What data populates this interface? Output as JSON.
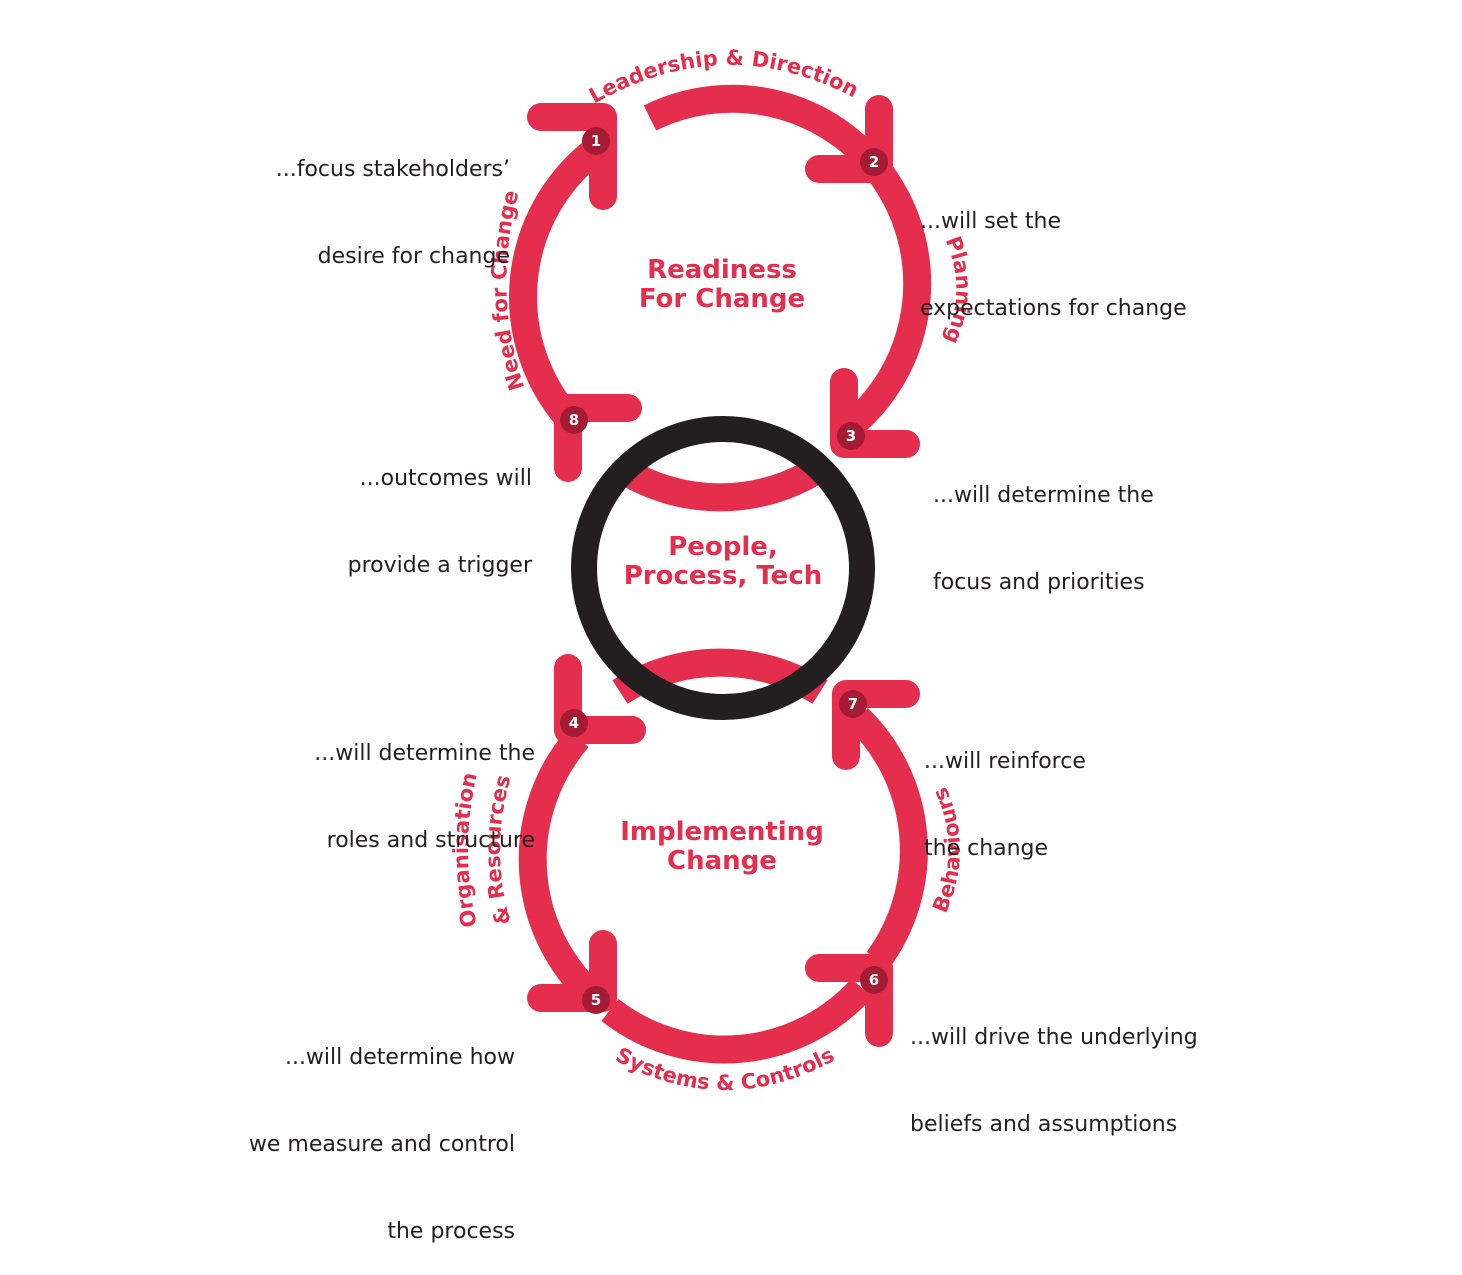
{
  "colors": {
    "accent": "#e52d4d",
    "ring": "#231f20",
    "text": "#231f20",
    "badge": "#a31c33"
  },
  "top_cycle": {
    "title": [
      "Readiness",
      "For Change"
    ],
    "arc_labels": {
      "leadership": "Leadership & Direction",
      "planning": "Planning",
      "need": "Need for Change"
    }
  },
  "center": {
    "title": [
      "People,",
      "Process, Tech"
    ]
  },
  "bottom_cycle": {
    "title": [
      "Implementing",
      "Change"
    ],
    "arc_labels": {
      "organisation_1": "Organisation",
      "organisation_2": "& Resources",
      "systems": "Systems & Controls",
      "behaviours": "Behaviours"
    }
  },
  "steps": [
    {
      "number": "1",
      "text": [
        "...focus stakeholders’",
        "desire for change"
      ]
    },
    {
      "number": "2",
      "text": [
        "...will set the",
        "expectations for change"
      ]
    },
    {
      "number": "3",
      "text": [
        "...will determine the",
        "focus and priorities"
      ]
    },
    {
      "number": "4",
      "text": [
        "...will determine the",
        "roles and structure"
      ]
    },
    {
      "number": "5",
      "text": [
        "...will determine how",
        "we measure and control",
        "the process"
      ]
    },
    {
      "number": "6",
      "text": [
        "...will drive the underlying",
        "beliefs and assumptions"
      ]
    },
    {
      "number": "7",
      "text": [
        "...will reinforce",
        "the change"
      ]
    },
    {
      "number": "8",
      "text": [
        "...outcomes will",
        "provide a trigger"
      ]
    }
  ]
}
